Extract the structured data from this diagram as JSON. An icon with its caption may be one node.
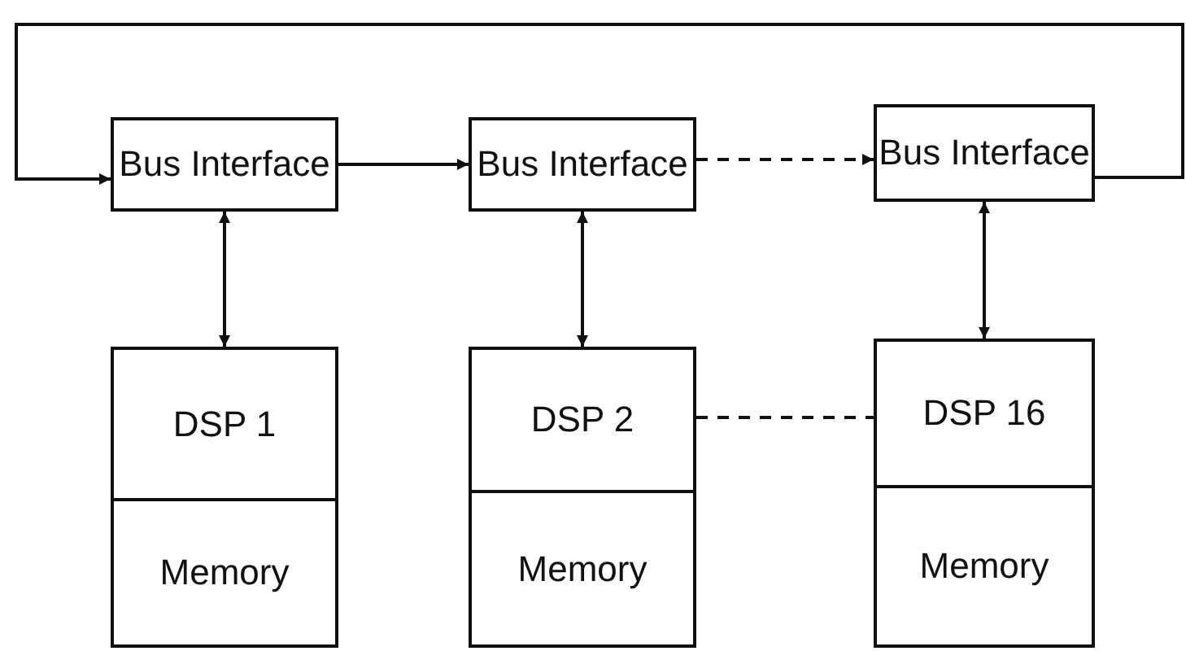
{
  "diagram": {
    "nodes": [
      {
        "text": [
          "Bus Interface"
        ]
      },
      {
        "text": [
          "Bus Interface"
        ]
      },
      {
        "text": [
          "Bus Interface"
        ]
      },
      {
        "text": [
          "DSP 1"
        ]
      },
      {
        "text": [
          "Memory"
        ]
      },
      {
        "text": [
          "DSP 2"
        ]
      },
      {
        "text": [
          "Memory"
        ]
      },
      {
        "text": [
          "DSP 16"
        ]
      },
      {
        "text": [
          "Memory"
        ]
      }
    ],
    "edges": [
      {
        "from": 2,
        "to": 0,
        "arrow": "to"
      },
      {
        "from": 0,
        "to": 1,
        "arrow": "to"
      },
      {
        "from": 1,
        "to": 2,
        "arrow": "to",
        "style": "dashed"
      },
      {
        "from": 0,
        "to": 3,
        "arrow": "both"
      },
      {
        "from": 1,
        "to": 5,
        "arrow": "both"
      },
      {
        "from": 2,
        "to": 7,
        "arrow": "both"
      },
      {
        "from": 5,
        "to": 7,
        "arrow": "none",
        "style": "dashed"
      }
    ]
  }
}
